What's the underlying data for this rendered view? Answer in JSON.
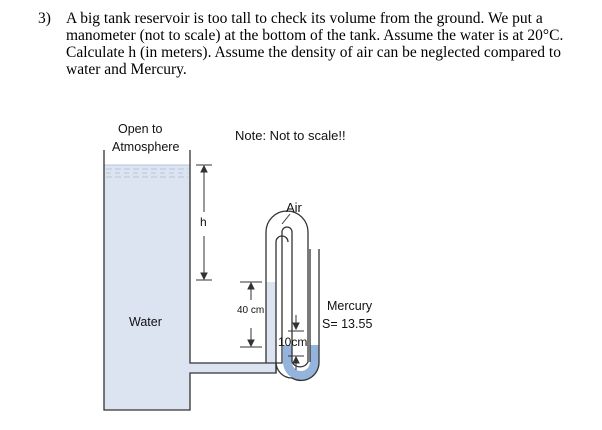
{
  "problem": {
    "number": "3)",
    "text": "A big tank reservoir is too tall to check its volume from the ground. We put a\nmanometer (not to scale) at the bottom of the tank. Assume the water is at 20°C.\nCalculate h (in meters).  Assume the density of air can be neglected compared to\nwater and Mercury."
  },
  "figure": {
    "open_to": "Open to",
    "atmosphere": "Atmosphere",
    "note": "Note: Not to scale!!",
    "air": "Air",
    "h": "h",
    "water": "Water",
    "dim_40": "40 cm",
    "dim_10": "10cm",
    "mercury": "Mercury",
    "sg": "S= 13.55"
  },
  "colors": {
    "water": "#dce4f2",
    "mercury": "#94b4dc",
    "line": "#333333"
  }
}
